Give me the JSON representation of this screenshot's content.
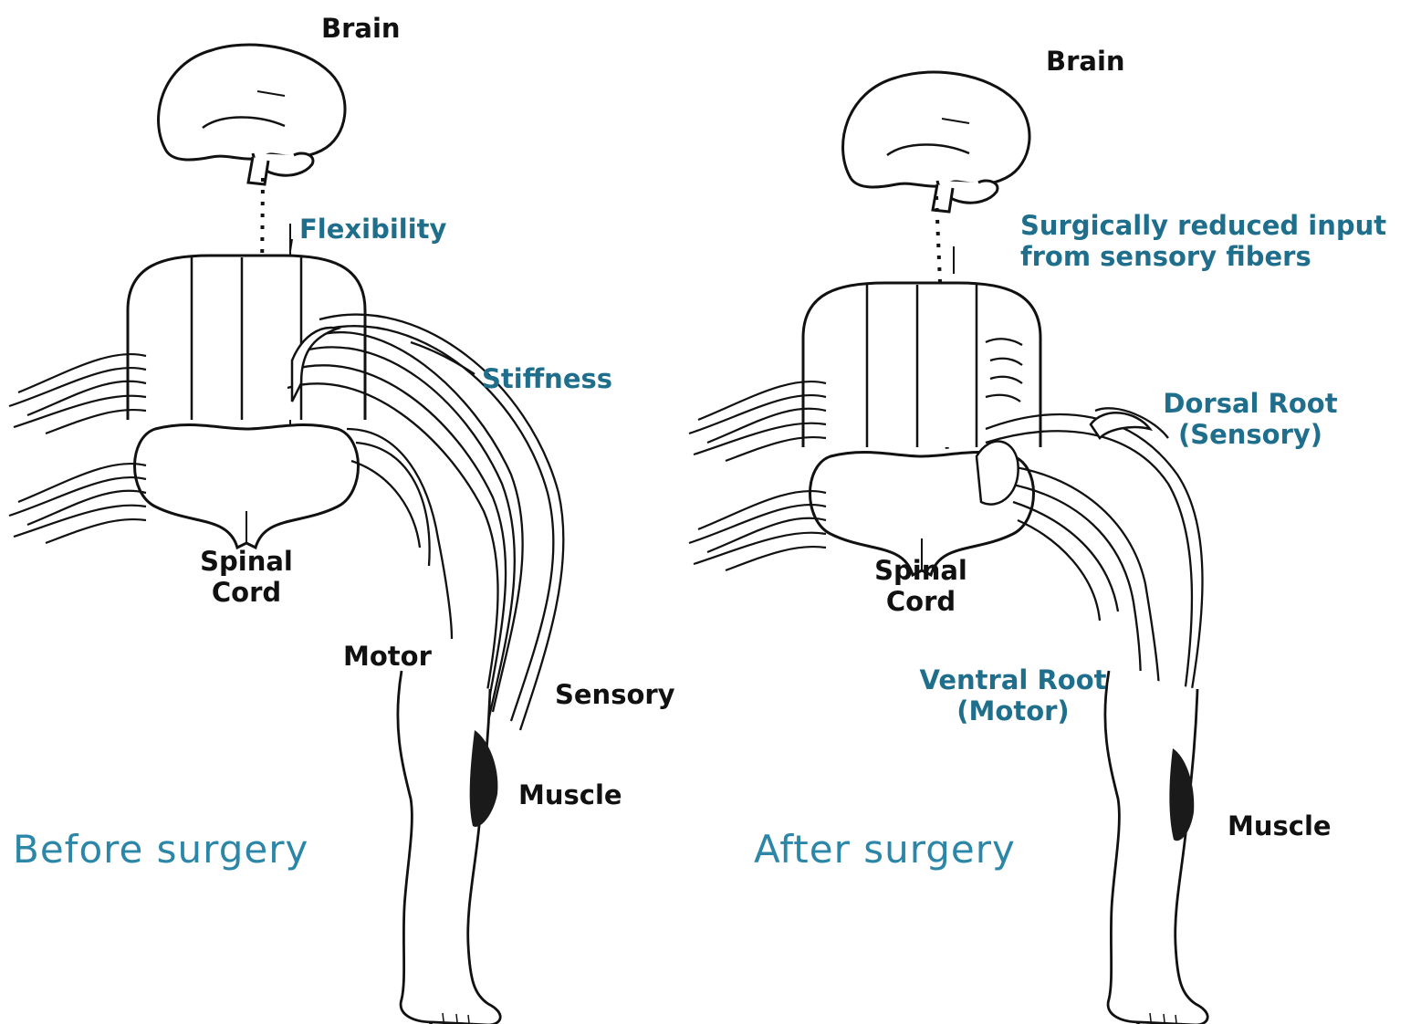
{
  "colors": {
    "ink": "#111111",
    "label_blue": "#1e6e8c",
    "heading_blue": "#2c86a8",
    "muscle": "#1a1a1a"
  },
  "before": {
    "heading": "Before surgery",
    "brain": "Brain",
    "flexibility": "Flexibility",
    "stiffness": "Stiffness",
    "spinal_cord_line1": "Spinal",
    "spinal_cord_line2": "Cord",
    "motor": "Motor",
    "sensory": "Sensory",
    "muscle": "Muscle"
  },
  "after": {
    "heading": "After surgery",
    "brain": "Brain",
    "reduced_line1": "Surgically reduced input",
    "reduced_line2": "from sensory fibers",
    "dorsal_line1": "Dorsal Root",
    "dorsal_line2": "(Sensory)",
    "spinal_cord_line1": "Spinal",
    "spinal_cord_line2": "Cord",
    "ventral_line1": "Ventral Root",
    "ventral_line2": "(Motor)",
    "muscle": "Muscle"
  }
}
